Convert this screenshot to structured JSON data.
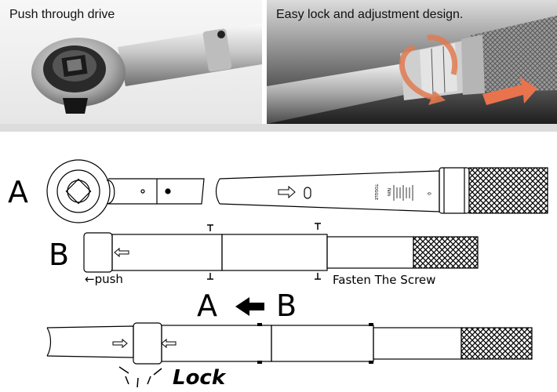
{
  "photos": [
    {
      "caption": "Push through drive"
    },
    {
      "caption": "Easy lock and adjustment design."
    }
  ],
  "diagram": {
    "label_a": "A",
    "label_b": "B",
    "push_label": "←push",
    "fasten_label": "Fasten The Screw",
    "arrow_from": "A",
    "arrow_to": "B",
    "lock_label": "Lock",
    "scale_label_toggle": "TOGGLE",
    "scale_label_unit": "Nm",
    "scale_zero": "0"
  }
}
